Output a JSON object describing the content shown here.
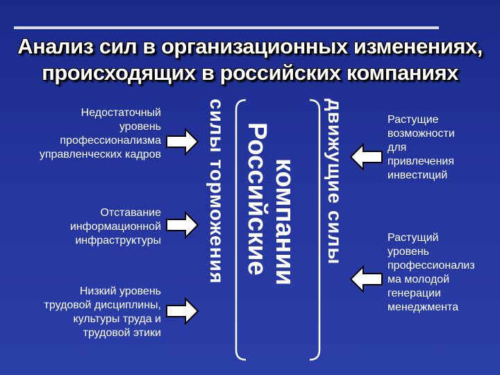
{
  "title": {
    "line1": "Анализ сил в организационных изменениях,",
    "line2": "происходящих в российских компаниях"
  },
  "restraining": {
    "label": "силы торможения",
    "items": [
      {
        "line1": "Недостаточный",
        "line2": "уровень",
        "line3": "профессионализма",
        "line4": "управленческих кадров"
      },
      {
        "line1": "Отставание",
        "line2": "информационной",
        "line3": "инфраструктуры"
      },
      {
        "line1": "Низкий уровень",
        "line2": "трудовой дисциплины,",
        "line3": "культуры труда и",
        "line4": "трудовой этики"
      }
    ]
  },
  "center": {
    "line1": "компании",
    "line2": "Российские"
  },
  "driving": {
    "label": "движущие силы",
    "items": [
      {
        "line1": "Растущие",
        "line2": "возможности",
        "line3": "для",
        "line4": "привлечения",
        "line5": "инвестиций"
      },
      {
        "line1": "Растущий",
        "line2": "уровень",
        "line3": "профессионализ",
        "line4": "ма молодой",
        "line5": "генерации",
        "line6": "менеджмента"
      }
    ]
  },
  "colors": {
    "background": "#24359c",
    "text": "#ffffff",
    "arrow_fill": "#ffffff",
    "arrow_stroke": "#000000"
  }
}
